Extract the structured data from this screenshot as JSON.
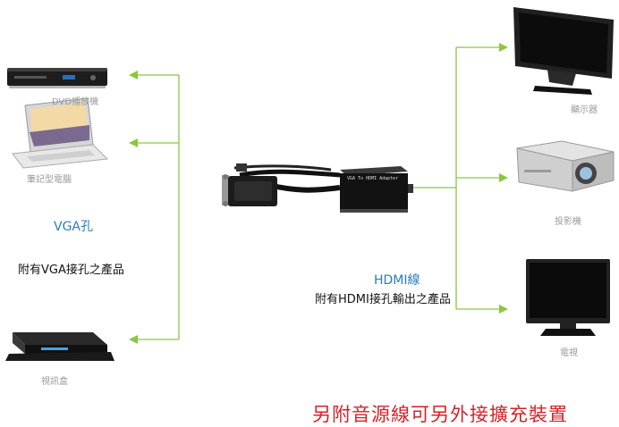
{
  "devices_left": {
    "dvd": "DVD播放機",
    "laptop": "筆記型電腦",
    "tvbox": "視訊盒"
  },
  "devices_right": {
    "monitor": "顯示器",
    "projector": "投影機",
    "tv": "電視"
  },
  "vga": {
    "label": "VGA孔",
    "desc": "附有VGA接孔之產品"
  },
  "hdmi": {
    "label": "HDMI線",
    "desc": "附有HDMI接孔輸出之產品"
  },
  "adapter_label": "VGA To HDMI Adapter",
  "footer": "另附音源線可另外接擴充裝置",
  "colors": {
    "arrow": "#8cc63f",
    "accent_blue": "#2b7cc0",
    "footer_red": "#d2232a"
  }
}
